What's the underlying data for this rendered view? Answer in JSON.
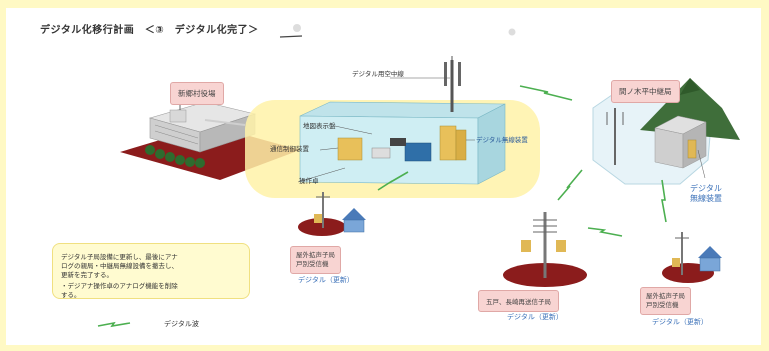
{
  "title": "デジタル化移行計画　＜③　デジタル化完了＞",
  "labels": {
    "village_office": "新郷村役場",
    "relay_station": "間ノ木平中継局",
    "relay_antenna": "デジタル用空中線",
    "map_display": "地図表示盤",
    "control_unit": "通信制御装置",
    "digital_radio": "デジタル無線装置",
    "console": "操作卓",
    "relay_radio_line1": "デジタル",
    "relay_radio_line2": "無線装置",
    "outdoor_speaker_left_line1": "屋外拡声子局",
    "outdoor_speaker_left_line2": "戸別受信機",
    "outdoor_speaker_right_line1": "屋外拡声子局",
    "outdoor_speaker_right_line2": "戸別受信機",
    "remote_station": "五戸、長崎再送信子局",
    "digital_update_left": "デジタル（更新）",
    "digital_update_center": "デジタル（更新）",
    "digital_update_right": "デジタル（更新）"
  },
  "note": {
    "line1": "デジタル子局設備に更新し、最後にアナ",
    "line2": "ログの親局・中継局無線設備を撤去し、",
    "line3": "更新を完了する。",
    "line4": "・デジアナ操作卓のアナログ機能を削除",
    "line5": "する。"
  },
  "legend": {
    "digital_wave": "デジタル波"
  },
  "colors": {
    "link_green": "#4caf50",
    "ground_red": "#8b1c1c",
    "box_pink": "#f8d4d2",
    "note_yellow": "#fffbd0",
    "accent_blue": "#3a70b8",
    "mountain_green": "#3f6e3a"
  },
  "icons": [
    "building-icon",
    "antenna-tower-icon",
    "house-icon",
    "mountain-icon",
    "speaker-pole-icon",
    "lightning-wave-icon"
  ]
}
